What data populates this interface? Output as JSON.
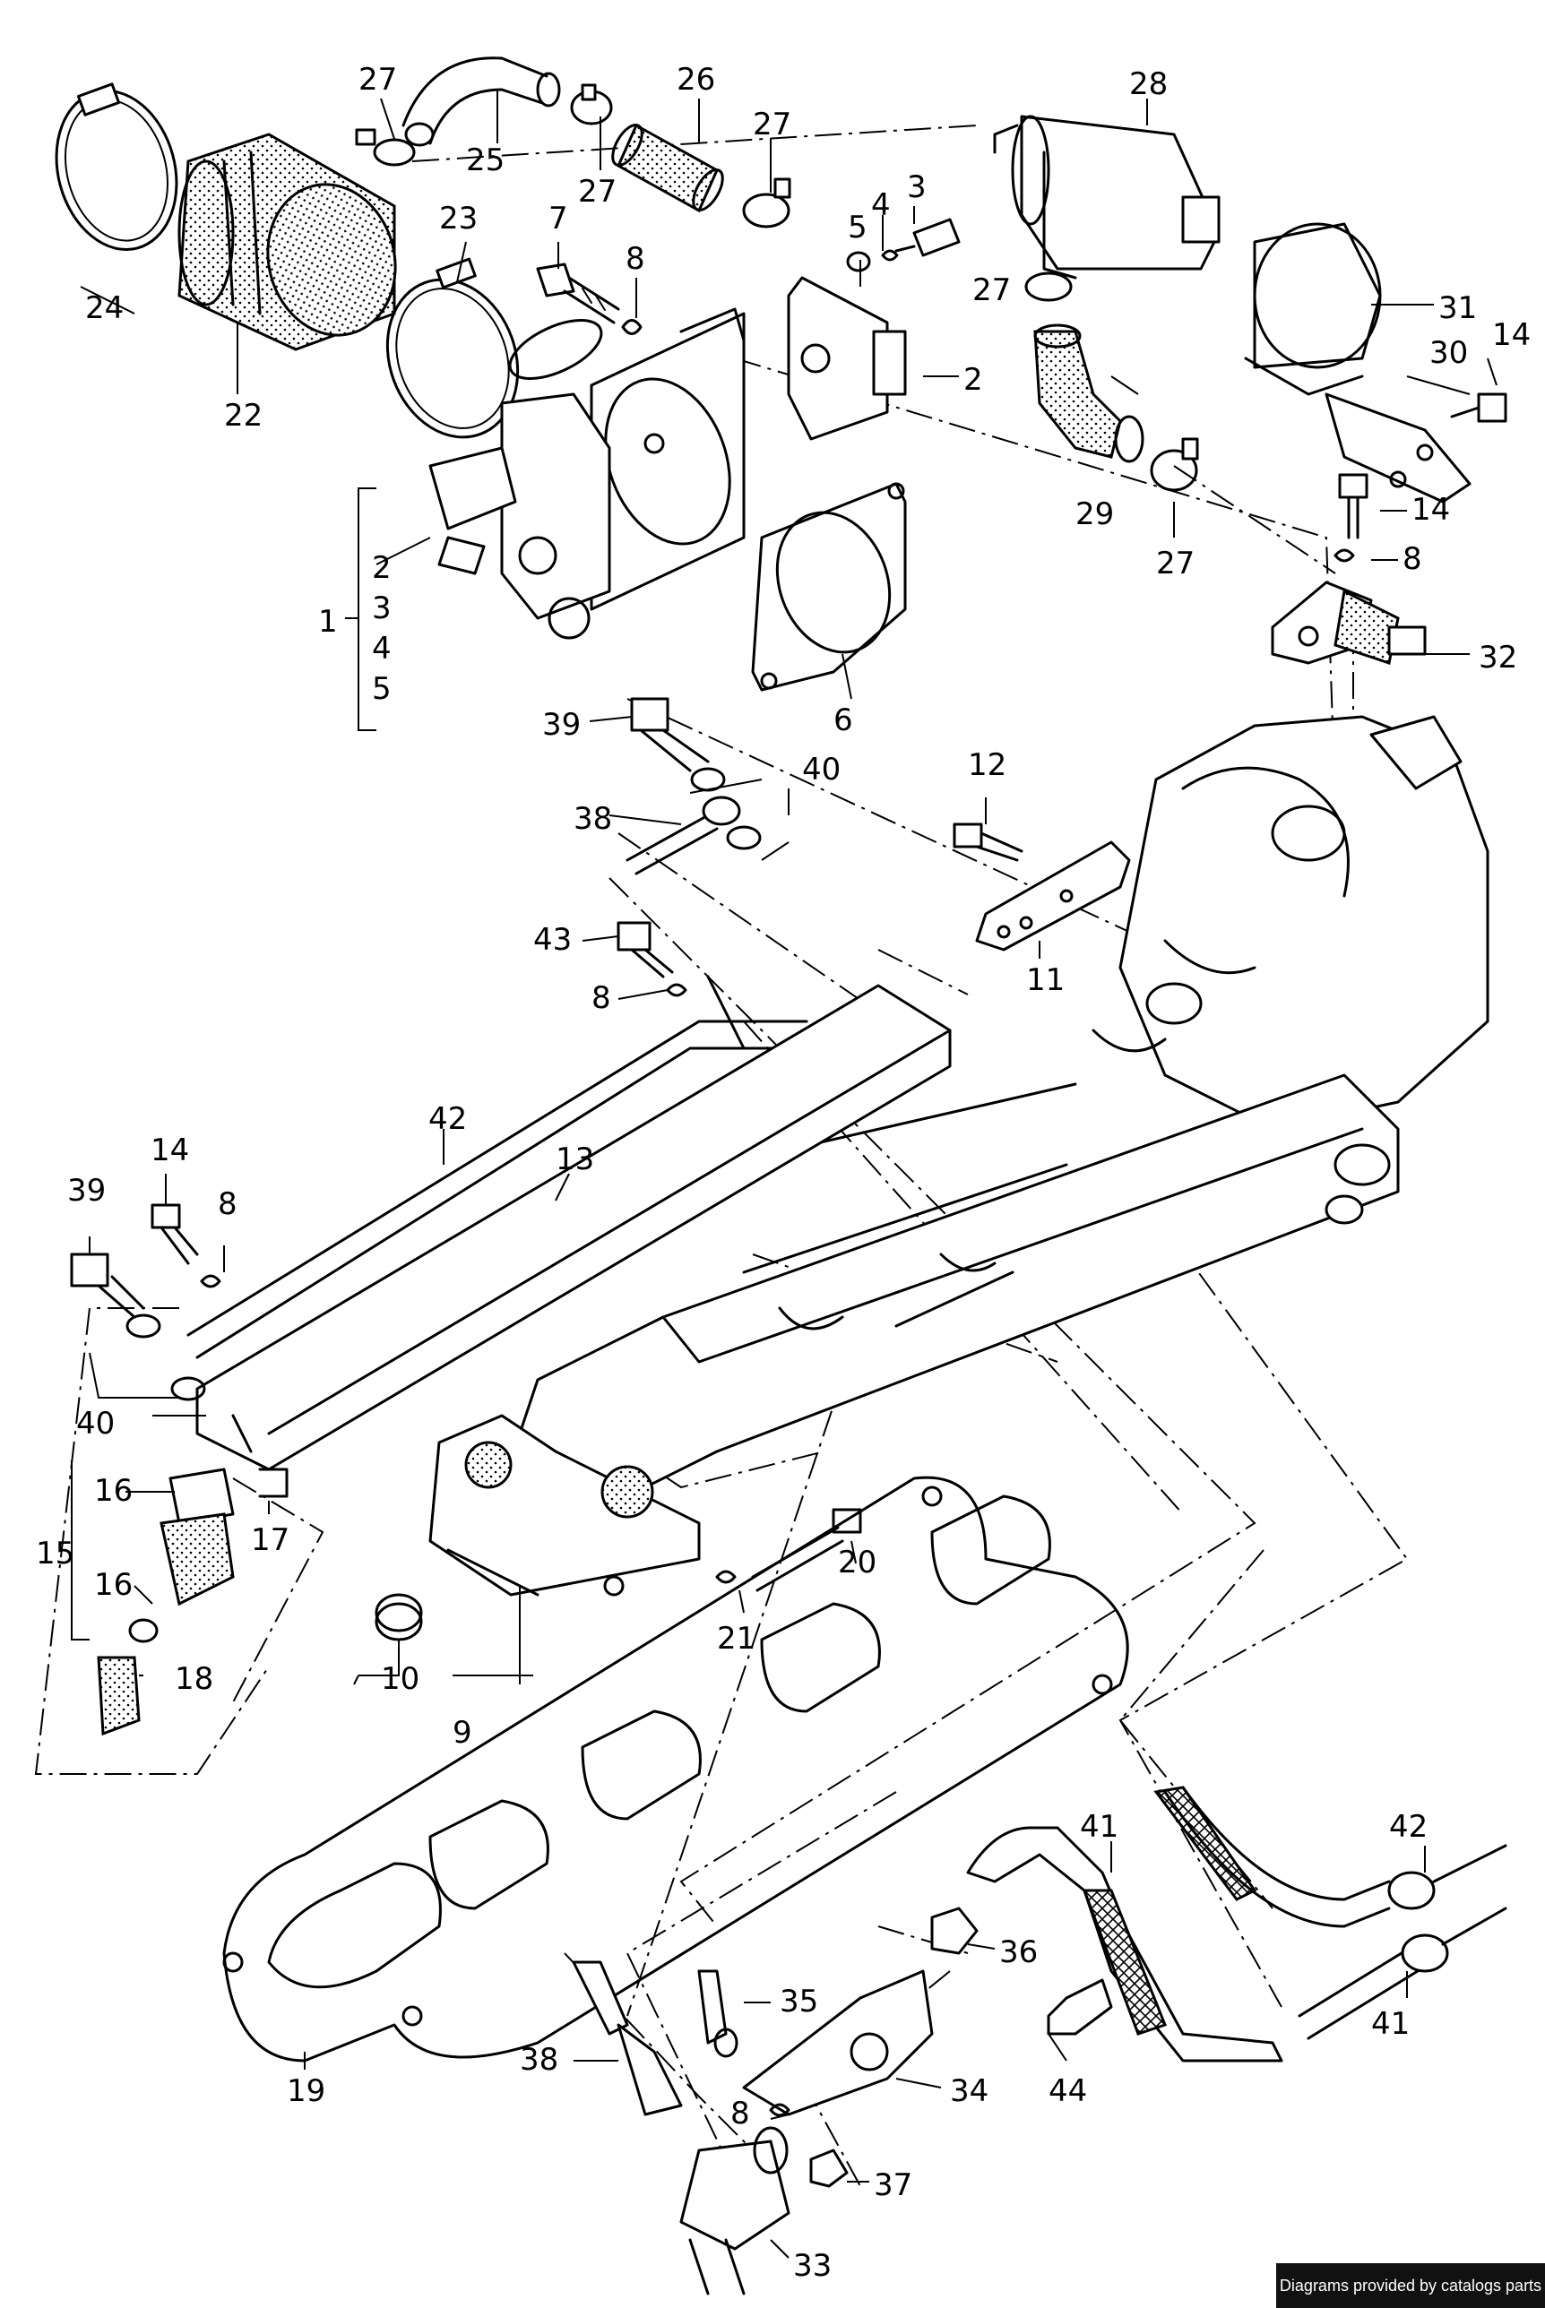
{
  "callouts": {
    "c1": "1",
    "c2a": "2",
    "c2b": "2",
    "c3a": "3",
    "c3b": "3",
    "c4a": "4",
    "c4b": "4",
    "c5a": "5",
    "c5b": "5",
    "c6": "6",
    "c7": "7",
    "c8a": "8",
    "c8b": "8",
    "c8c": "8",
    "c8d": "8",
    "c8e": "8",
    "c9": "9",
    "c10": "10",
    "c11": "11",
    "c12": "12",
    "c13": "13",
    "c14a": "14",
    "c14b": "14",
    "c14c": "14",
    "c15": "15",
    "c16a": "16",
    "c16b": "16",
    "c17": "17",
    "c18": "18",
    "c19": "19",
    "c20": "20",
    "c21": "21",
    "c22": "22",
    "c23": "23",
    "c24": "24",
    "c25": "25",
    "c26": "26",
    "c27a": "27",
    "c27b": "27",
    "c27c": "27",
    "c27d": "27",
    "c27e": "27",
    "c28": "28",
    "c29": "29",
    "c30": "30",
    "c31": "31",
    "c32": "32",
    "c33": "33",
    "c34": "34",
    "c35": "35",
    "c36": "36",
    "c37": "37",
    "c38a": "38",
    "c38b": "38",
    "c39a": "39",
    "c39b": "39",
    "c40a": "40",
    "c40b": "40",
    "c41a": "41",
    "c41b": "41",
    "c42a": "42",
    "c42b": "42",
    "c43": "43",
    "c44": "44"
  },
  "credit": "Diagrams provided by catalogs parts"
}
